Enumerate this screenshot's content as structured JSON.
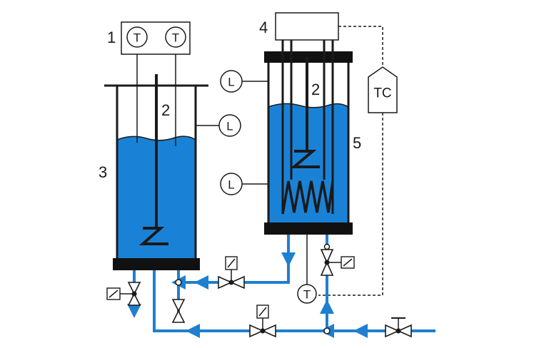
{
  "labels": {
    "n1": "1",
    "n2a": "2",
    "n2b": "2",
    "n3": "3",
    "n4": "4",
    "n5": "5"
  },
  "instruments": {
    "temp": "T",
    "level": "L",
    "controller": "TC"
  },
  "colors": {
    "liquid": "#1a82d6",
    "pipe": "#1f7fd0",
    "line": "#1a1a1a",
    "flange": "#111111"
  }
}
